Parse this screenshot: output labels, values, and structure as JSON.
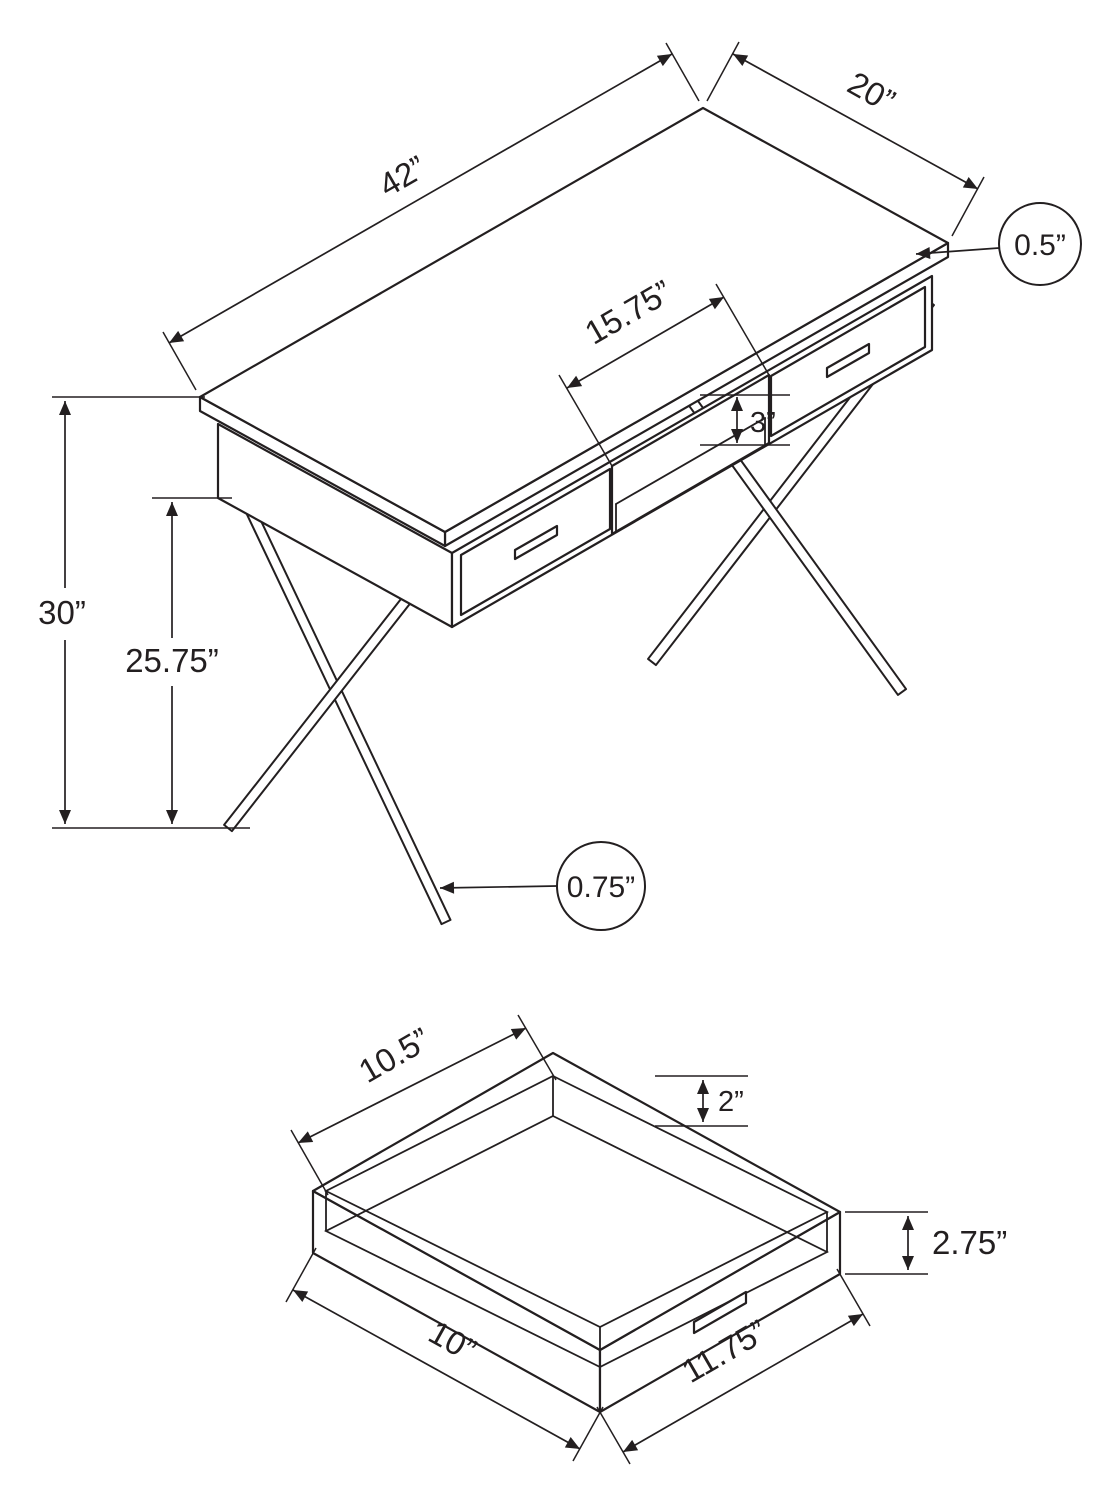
{
  "diagram": {
    "desk": {
      "length": "42”",
      "depth": "20”",
      "top_thickness": "0.5”",
      "opening_width": "15.75”",
      "opening_height": "3”",
      "overall_height": "30”",
      "clearance_height": "25.75”",
      "leg_thickness": "0.75”"
    },
    "drawer": {
      "inner_width": "10.5”",
      "inner_depth": "2”",
      "side_height": "2.75”",
      "depth": "10”",
      "front_width": "11.75”"
    }
  }
}
